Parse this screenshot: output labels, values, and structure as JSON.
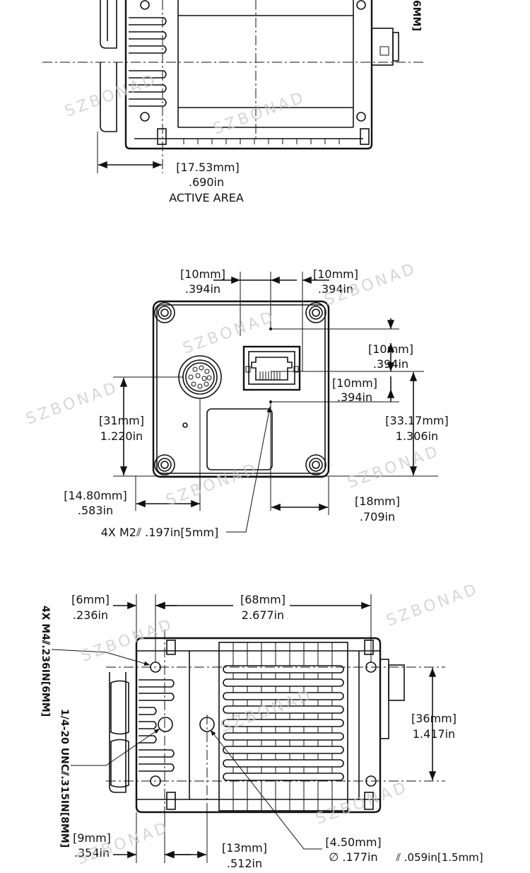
{
  "top_view": {
    "active_w": "[17.53mm]",
    "active_w_in": ".690in",
    "active_area": "ACTIVE AREA",
    "side_label": "6MM]"
  },
  "front_view": {
    "d10a": "[10mm]",
    "d10a_in": ".394in",
    "d10b": "[10mm]",
    "d10b_in": ".394in",
    "d10c": "[10mm]",
    "d10c_in": ".394in",
    "d10d": "[10mm]",
    "d10d_in": ".394in",
    "d31": "[31mm]",
    "d31_in": "1.220in",
    "d3317": "[33.17mm]",
    "d3317_in": "1.306in",
    "d1480": "[14.80mm]",
    "d1480_in": ".583in",
    "d18": "[18mm]",
    "d18_in": ".709in",
    "holes": "4X M2⫽ .197in[5mm]"
  },
  "bottom_view": {
    "d6": "[6mm]",
    "d6_in": ".236in",
    "d68": "[68mm]",
    "d68_in": "2.677in",
    "d36": "[36mm]",
    "d36_in": "1.417in",
    "d9": "[9mm]",
    "d9_in": ".354in",
    "d13": "[13mm]",
    "d13_in": ".512in",
    "d450": "[4.50mm]",
    "d450_in": "∅ .177in",
    "d450_depth": "⫽ .059in[1.5mm]",
    "m4_label": "4X M4⫽.236IN[6MM]",
    "unc_label": "1/4-20 UNC⫽.315IN[8MM]"
  },
  "watermark": "SZBONAD"
}
